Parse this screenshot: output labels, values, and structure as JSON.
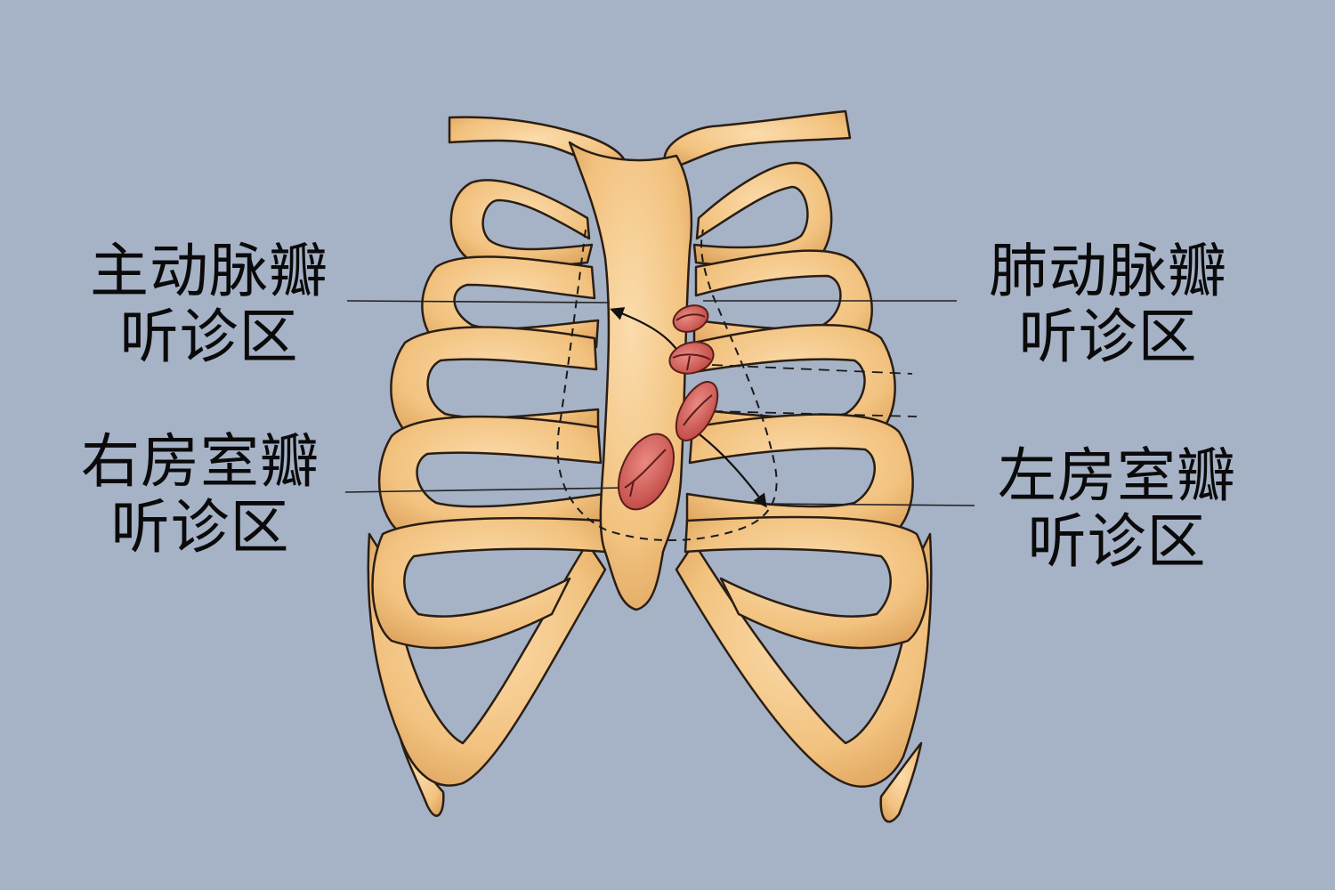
{
  "labels": {
    "aortic": {
      "line1": "主动脉瓣",
      "line2": "听诊区"
    },
    "pulmonary": {
      "line1": "肺动脉瓣",
      "line2": "听诊区"
    },
    "tricuspid": {
      "line1": "右房室瓣",
      "line2": "听诊区"
    },
    "mitral": {
      "line1": "左房室瓣",
      "line2": "听诊区"
    }
  },
  "colors": {
    "background": "#a6b2c6",
    "bone": "#f2c27f",
    "bone_shadow": "#d9a15a",
    "outline": "#2a1e14",
    "valve": "#cf5a55"
  }
}
